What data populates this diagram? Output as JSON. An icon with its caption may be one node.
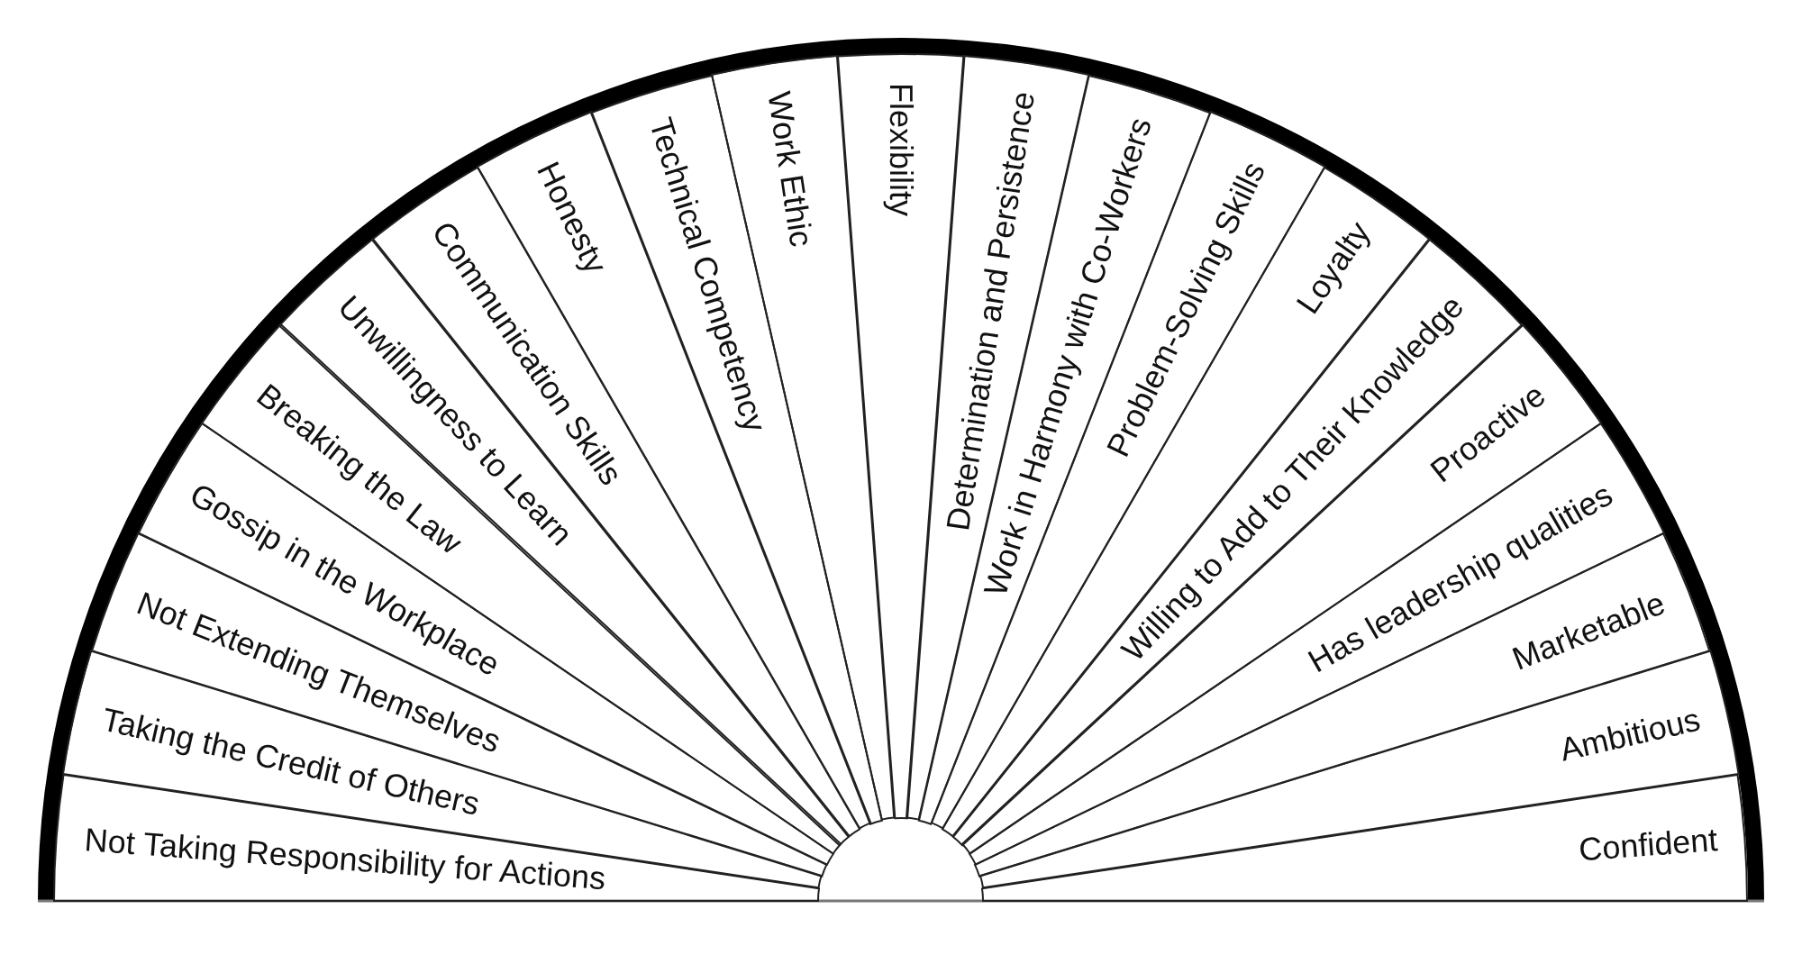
{
  "diagram": {
    "nodes": [
      {
        "text": [
          "Not Taking Responsibility for Actions"
        ]
      },
      {
        "text": [
          "Taking the Credit of Others"
        ]
      },
      {
        "text": [
          "Not Extending Themselves"
        ]
      },
      {
        "text": [
          "Gossip in the Workplace"
        ]
      },
      {
        "text": [
          "Breaking the Law"
        ]
      },
      {
        "text": [
          "Unwillingness to Learn"
        ]
      },
      {
        "text": [
          "Communication Skills"
        ]
      },
      {
        "text": [
          "Honesty"
        ]
      },
      {
        "text": [
          "Technical Competency"
        ]
      },
      {
        "text": [
          "Work Ethic"
        ]
      },
      {
        "text": [
          "Flexibility"
        ]
      },
      {
        "text": [
          "Determination and Persistence"
        ]
      },
      {
        "text": [
          "Work in Harmony with Co-Workers"
        ]
      },
      {
        "text": [
          "Problem-Solving Skills"
        ]
      },
      {
        "text": [
          "Loyalty"
        ]
      },
      {
        "text": [
          "Willing to Add to Their Knowledge"
        ]
      },
      {
        "text": [
          "Proactive"
        ]
      },
      {
        "text": [
          "Has leadership qualities"
        ]
      },
      {
        "text": [
          "Marketable"
        ]
      },
      {
        "text": [
          "Ambitious"
        ]
      },
      {
        "text": [
          "Confident"
        ]
      }
    ]
  }
}
